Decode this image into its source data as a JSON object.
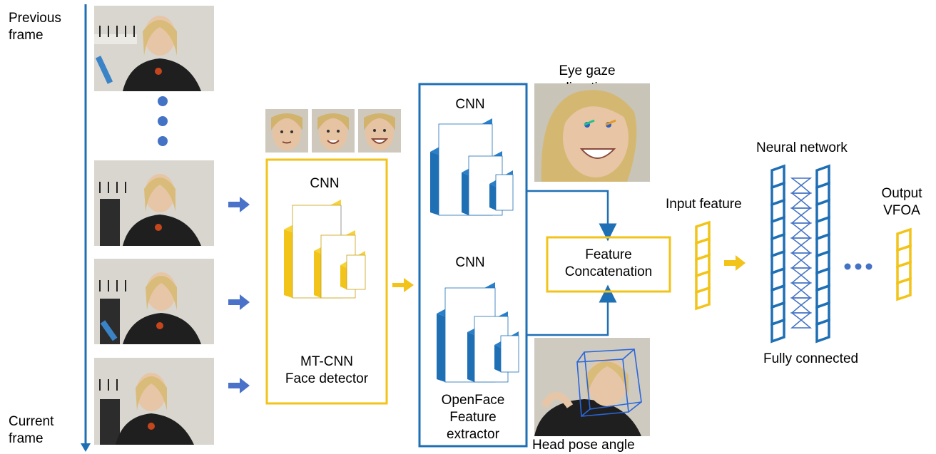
{
  "timeline": {
    "previous_label": "Previous\nframe",
    "current_label": "Current\nframe"
  },
  "face_detector": {
    "cnn_label": "CNN",
    "caption": "MT-CNN\nFace detector"
  },
  "feature_extractor": {
    "cnn_top_label": "CNN",
    "cnn_bottom_label": "CNN",
    "caption": "OpenFace\nFeature\nextractor"
  },
  "eye_gaze_label": "Eye gaze\ndirection",
  "head_pose_label": "Head pose angle",
  "concat_label": "Feature\nConcatenation",
  "input_feature_label": "Input feature",
  "neural_network_label": "Neural network",
  "fully_connected_label": "Fully connected",
  "output_label": "Output\nVFOA",
  "colors": {
    "blue": "#1f6fb5",
    "gold": "#f2c318",
    "arrow_blue": "#4a72c9",
    "dot_blue": "#4472c4"
  }
}
